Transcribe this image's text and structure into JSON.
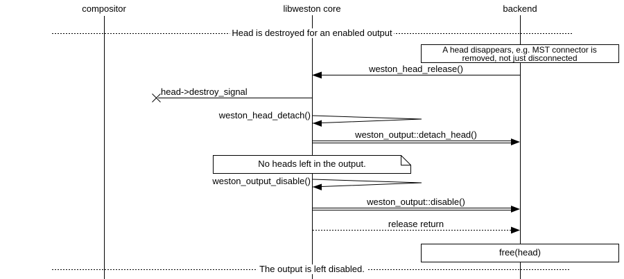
{
  "colors": {
    "foreground": "#000000",
    "background": "#ffffff"
  },
  "lifelines": [
    {
      "label": "compositor"
    },
    {
      "label": "libweston core"
    },
    {
      "label": "backend"
    }
  ],
  "dividers": {
    "top": "Head is destroyed for an enabled output",
    "bottom": "The output is left disabled."
  },
  "notes": {
    "head_disappears": {
      "line1": "A head disappears, e.g. MST connector is",
      "line2": "removed, not just disconnected"
    },
    "no_heads": "No heads left in the output.",
    "free_head": "free(head)"
  },
  "messages": {
    "head_release": "weston_head_release()",
    "destroy_signal": "head->destroy_signal",
    "head_detach": "weston_head_detach()",
    "detach_head": "weston_output::detach_head()",
    "output_disable": "weston_output_disable()",
    "disable": "weston_output::disable()",
    "release_return": "release return"
  }
}
